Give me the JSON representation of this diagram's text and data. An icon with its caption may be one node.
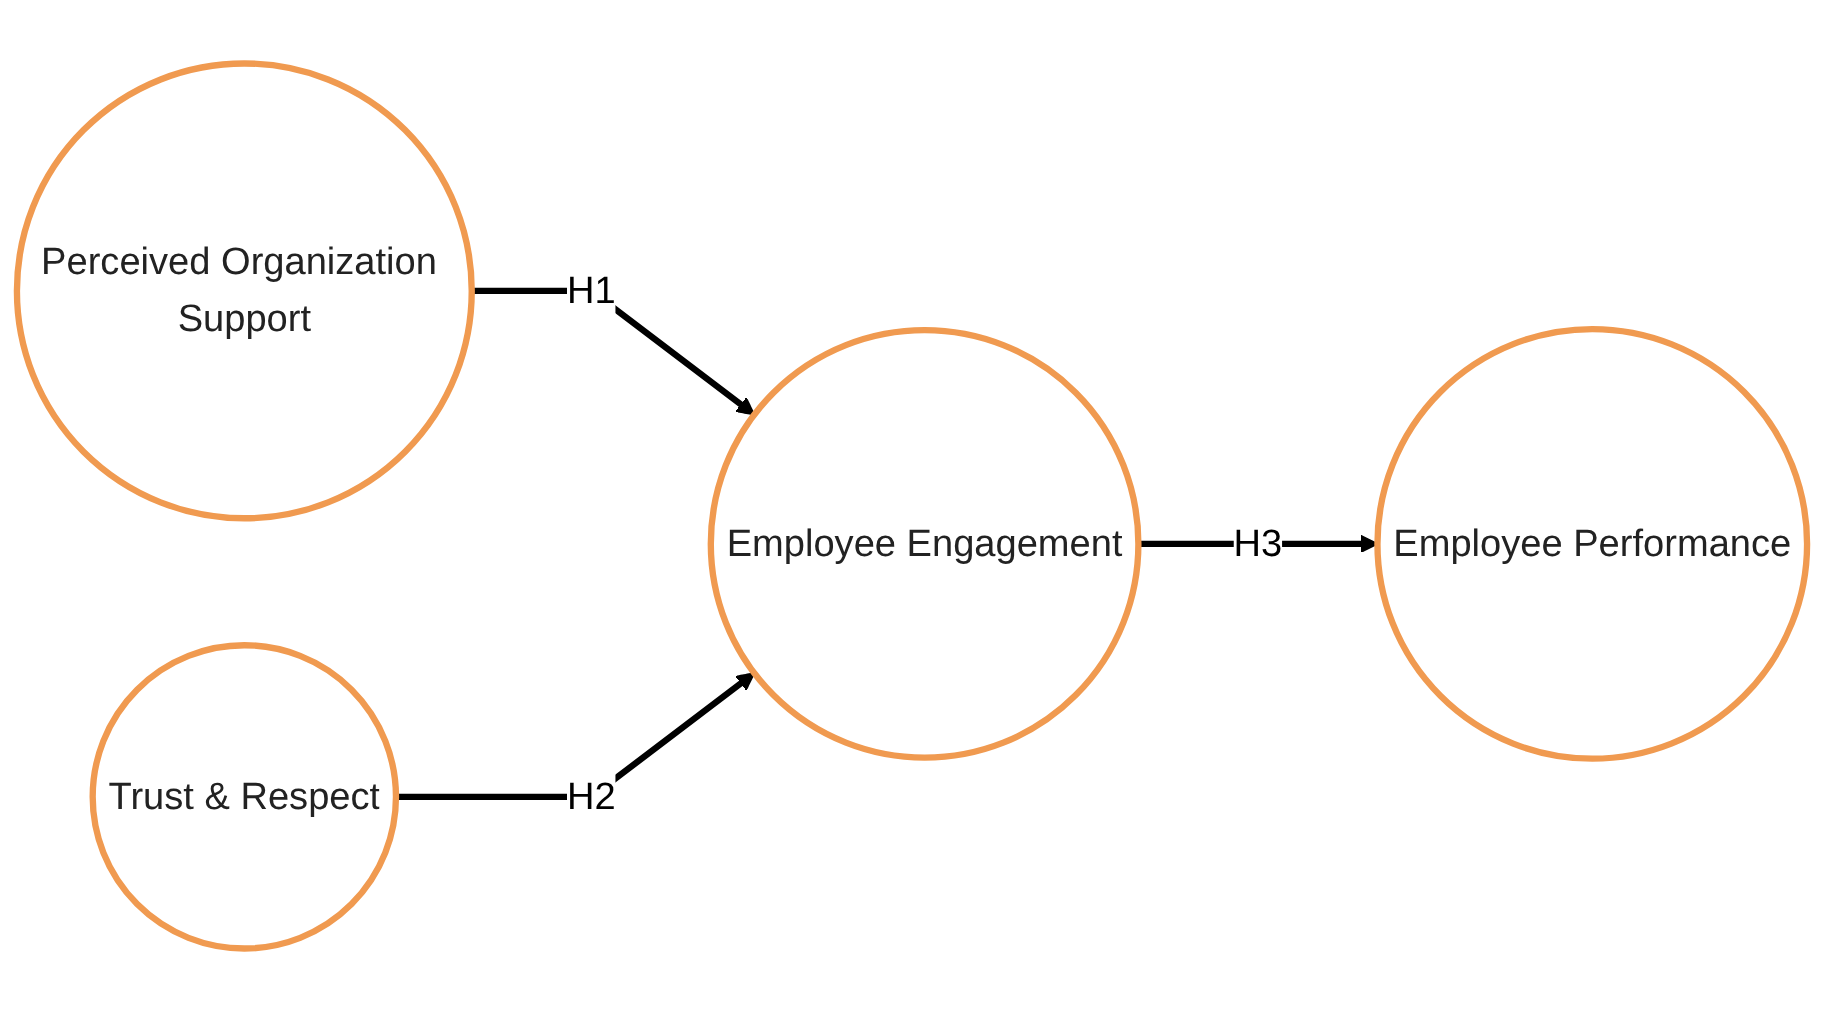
{
  "diagram": {
    "nodes": [
      {
        "text": [
          "Perceived Organization Support"
        ]
      },
      {
        "text": [
          "Trust & Respect"
        ]
      },
      {
        "text": [
          "Employee Engagement"
        ]
      },
      {
        "text": [
          "Employee Performance"
        ]
      }
    ],
    "edges": [
      {
        "from": 0,
        "to": 2,
        "arrow": "to",
        "label": "H1"
      },
      {
        "from": 1,
        "to": 2,
        "arrow": "to",
        "label": "H2"
      },
      {
        "from": 2,
        "to": 3,
        "arrow": "to",
        "label": "H3"
      }
    ]
  }
}
